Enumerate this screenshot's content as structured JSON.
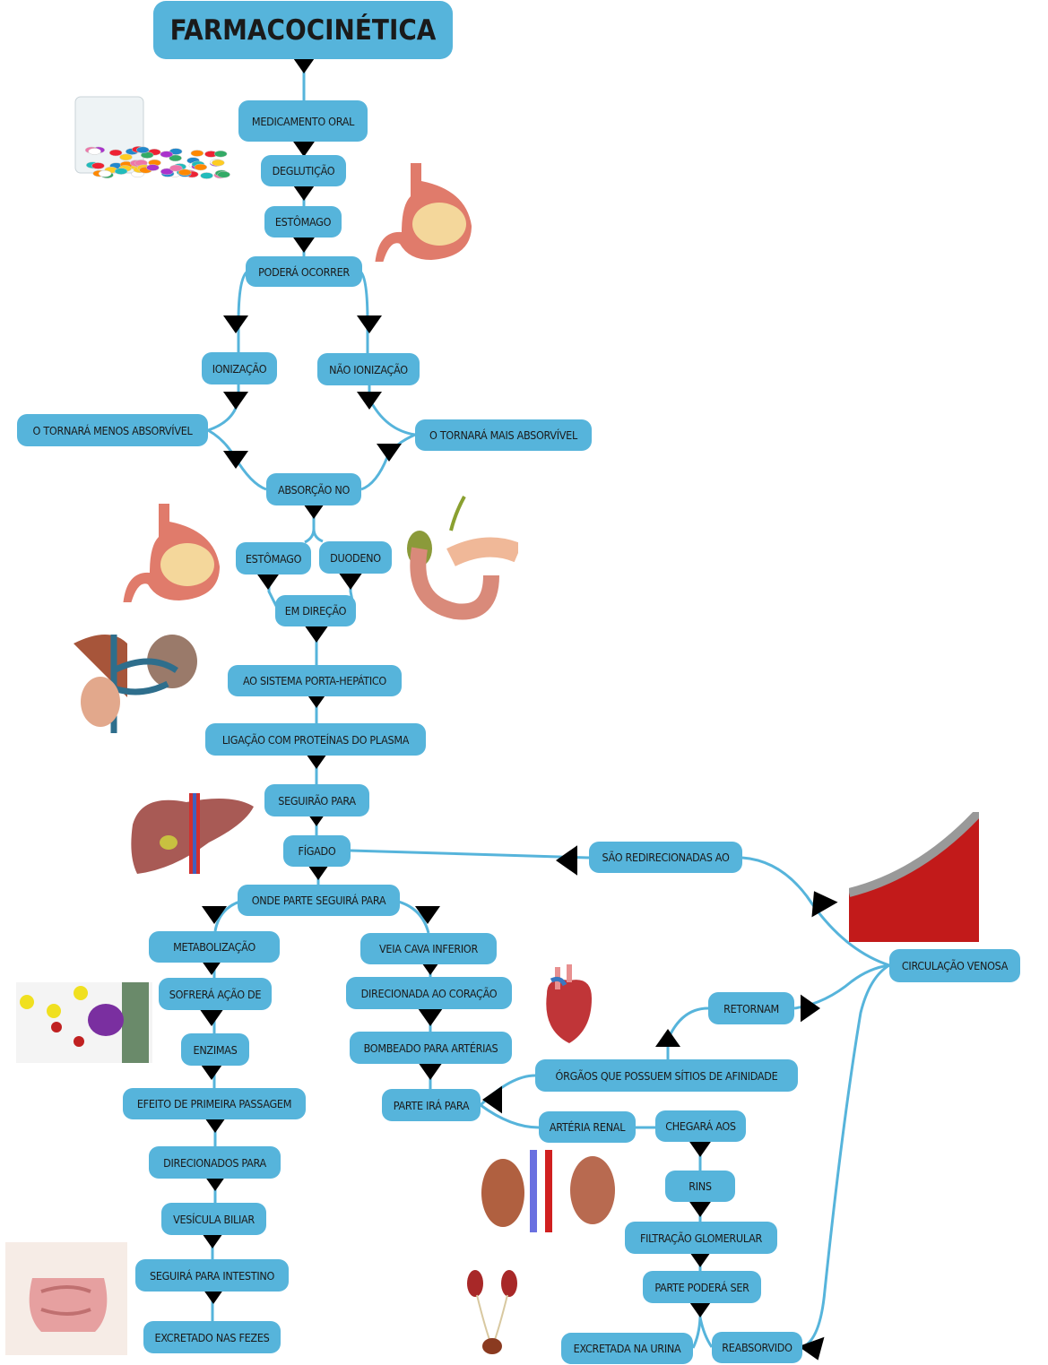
{
  "title": "FARMACOCINÉTICA",
  "nodes": {
    "medicamento_oral": "MEDICAMENTO ORAL",
    "deglutição": "DEGLUTIÇÃO",
    "estomago": "ESTÔMAGO",
    "podera_ocorrer": "PODERÁ OCORRER",
    "ionizacao": "IONIZAÇÃO",
    "nao_ionizacao": "NÃO IONIZAÇÃO",
    "menos_absorvivel": "O TORNARÁ MENOS ABSORVÍVEL",
    "mais_absorvivel": "O TORNARÁ MAIS ABSORVÍVEL",
    "absorcao_no": "ABSORÇÃO NO",
    "estomago2": "ESTÔMAGO",
    "duodeno": "DUODENO",
    "em_direcao": "EM DIREÇÃO",
    "porta_hepatico": "AO SISTEMA PORTA-HEPÁTICO",
    "ligacao_proteinas": "LIGAÇÃO COM PROTEÍNAS DO PLASMA",
    "seguirao_para": "SEGUIRÃO PARA",
    "figado": "FÍGADO",
    "redirecionadas": "SÃO REDIRECIONADAS AO",
    "onde_parte": "ONDE PARTE SEGUIRÁ PARA",
    "metabolizacao": "METABOLIZAÇÃO",
    "veia_cava": "VEIA CAVA INFERIOR",
    "sofrera_acao": "SOFRERÁ AÇÃO DE",
    "direcionada_coracao": "DIRECIONADA AO CORAÇÃO",
    "enzimas": "ENZIMAS",
    "bombeado": "BOMBEADO PARA ARTÉRIAS",
    "primeira_passagem": "EFEITO DE PRIMEIRA PASSAGEM",
    "parte_ira": "PARTE IRÁ PARA",
    "circulacao_venosa": "CIRCULAÇÃO VENOSA",
    "retornam": "RETORNAM",
    "orgaos": "ÓRGÃOS QUE POSSUEM SÍTIOS DE AFINIDADE",
    "arteria_renal": "ARTÉRIA RENAL",
    "chegara_aos": "CHEGARÁ AOS",
    "direcionados_para": "DIRECIONADOS PARA",
    "rins": "RINS",
    "vesicula": "VESÍCULA BILIAR",
    "filtracao": "FILTRAÇÃO GLOMERULAR",
    "seguira_intestino": "SEGUIRÁ PARA INTESTINO",
    "parte_podera": "PARTE PODERÁ SER",
    "excretado_fezes": "EXCRETADO NAS FEZES",
    "excretada_urina": "EXCRETADA NA URINA",
    "reabsorvido": "REABSORVIDO"
  },
  "images": [
    "pills-and-water-glass",
    "stomach",
    "stomach",
    "pancreas-duodenum",
    "portal-system",
    "liver",
    "blood-vessel",
    "cyp-enzyme",
    "heart",
    "kidneys",
    "urinary-system",
    "intestine"
  ],
  "colors": {
    "node": "#56b4db",
    "link": "#56b4db",
    "arrow": "#000000"
  }
}
